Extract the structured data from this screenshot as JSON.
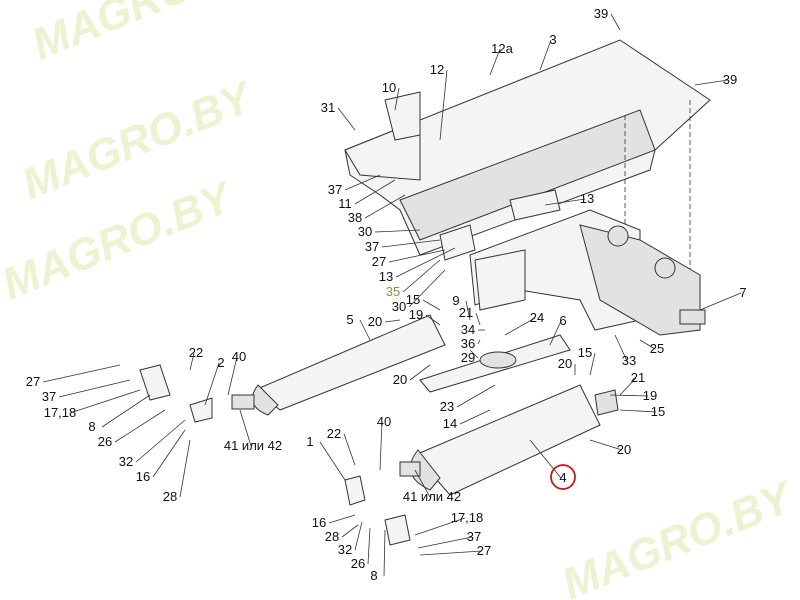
{
  "watermark": "MAGRO.BY",
  "highlight_color": "#d0141b",
  "labels": [
    "39",
    "39",
    "3",
    "12a",
    "12",
    "10",
    "31",
    "37",
    "11",
    "38",
    "30",
    "37",
    "27",
    "13",
    "35",
    "30",
    "13",
    "7",
    "15",
    "9",
    "19",
    "21",
    "34",
    "36",
    "29",
    "24",
    "6",
    "20",
    "5",
    "20",
    "22",
    "40",
    "2",
    "27",
    "37",
    "17,18",
    "8",
    "26",
    "32",
    "16",
    "28",
    "41 или 42",
    "20",
    "15",
    "33",
    "25",
    "21",
    "19",
    "15",
    "23",
    "14",
    "20",
    "4",
    "1",
    "22",
    "40",
    "41 или 42",
    "16",
    "28",
    "32",
    "26",
    "8",
    "17,18",
    "37",
    "27"
  ]
}
